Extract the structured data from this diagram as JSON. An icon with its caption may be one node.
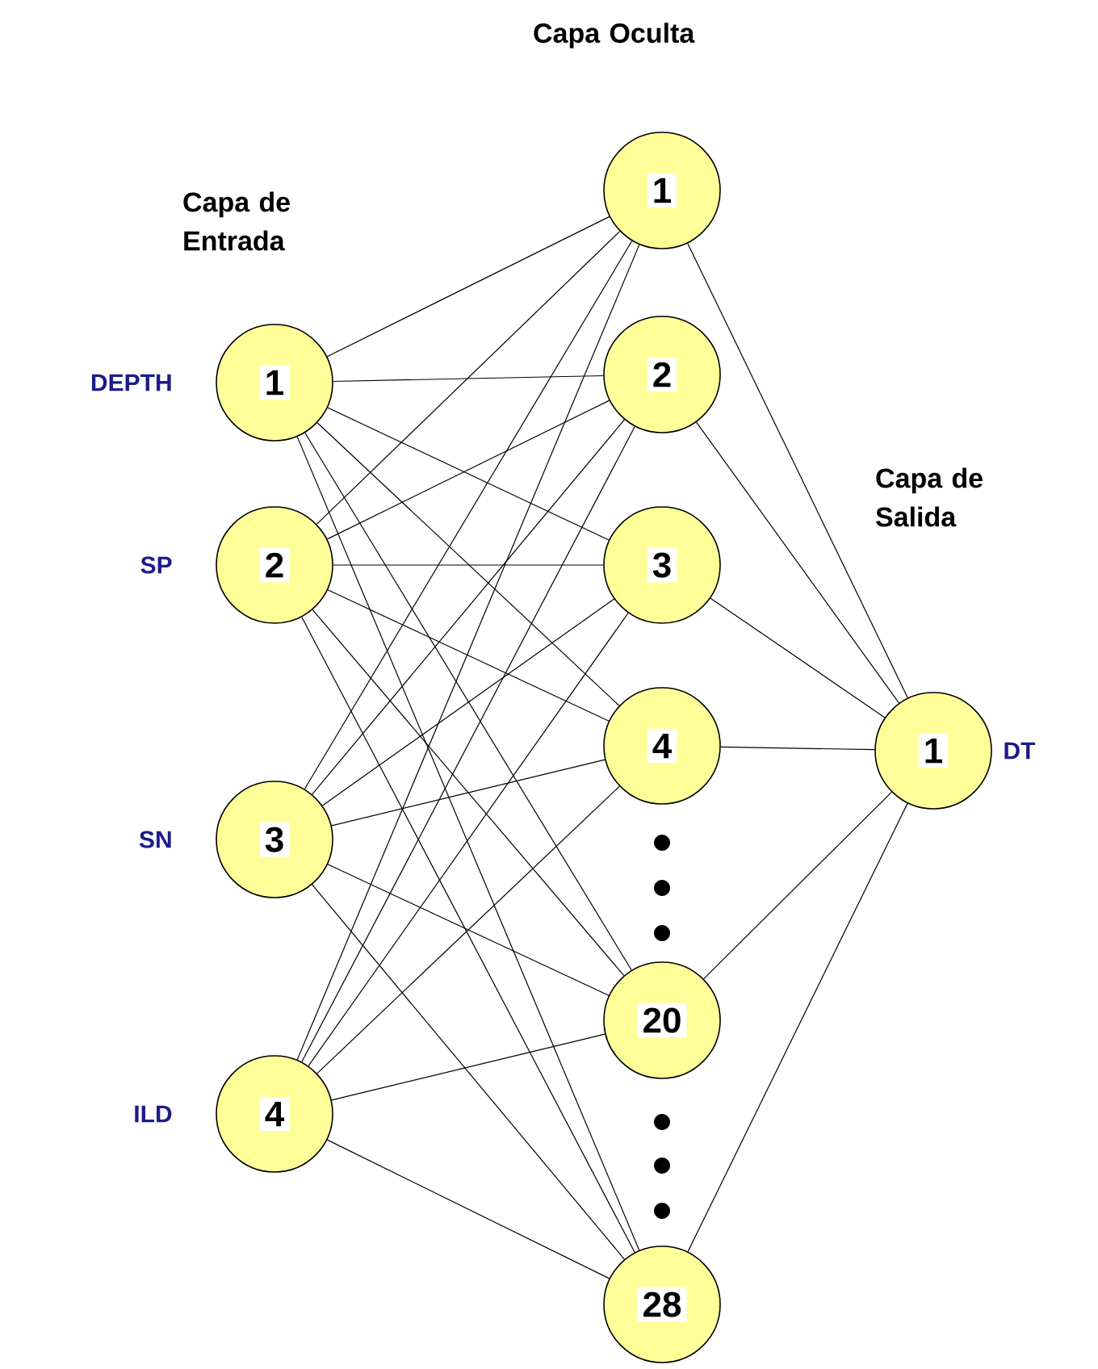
{
  "diagram": {
    "nodes": [
      {
        "text": [
          "1"
        ],
        "beside": [
          "DEPTH"
        ]
      },
      {
        "text": [
          "2"
        ],
        "beside": [
          "SP"
        ]
      },
      {
        "text": [
          "3"
        ],
        "beside": [
          "SN"
        ]
      },
      {
        "text": [
          "4"
        ],
        "beside": [
          "ILD"
        ]
      },
      {
        "text": [
          "1"
        ]
      },
      {
        "text": [
          "2"
        ]
      },
      {
        "text": [
          "3"
        ]
      },
      {
        "text": [
          "4"
        ]
      },
      {
        "text": [
          "20"
        ]
      },
      {
        "text": [
          "28"
        ]
      },
      {
        "text": [
          "1"
        ],
        "beside": [
          "DT"
        ]
      }
    ],
    "edges": [
      {
        "from": 0,
        "to": 4,
        "arrow": "none"
      },
      {
        "from": 0,
        "to": 5,
        "arrow": "none"
      },
      {
        "from": 0,
        "to": 6,
        "arrow": "none"
      },
      {
        "from": 0,
        "to": 7,
        "arrow": "none"
      },
      {
        "from": 0,
        "to": 8,
        "arrow": "none"
      },
      {
        "from": 0,
        "to": 9,
        "arrow": "none"
      },
      {
        "from": 1,
        "to": 4,
        "arrow": "none"
      },
      {
        "from": 1,
        "to": 5,
        "arrow": "none"
      },
      {
        "from": 1,
        "to": 6,
        "arrow": "none"
      },
      {
        "from": 1,
        "to": 7,
        "arrow": "none"
      },
      {
        "from": 1,
        "to": 8,
        "arrow": "none"
      },
      {
        "from": 1,
        "to": 9,
        "arrow": "none"
      },
      {
        "from": 2,
        "to": 4,
        "arrow": "none"
      },
      {
        "from": 2,
        "to": 5,
        "arrow": "none"
      },
      {
        "from": 2,
        "to": 6,
        "arrow": "none"
      },
      {
        "from": 2,
        "to": 7,
        "arrow": "none"
      },
      {
        "from": 2,
        "to": 8,
        "arrow": "none"
      },
      {
        "from": 2,
        "to": 9,
        "arrow": "none"
      },
      {
        "from": 3,
        "to": 4,
        "arrow": "none"
      },
      {
        "from": 3,
        "to": 5,
        "arrow": "none"
      },
      {
        "from": 3,
        "to": 6,
        "arrow": "none"
      },
      {
        "from": 3,
        "to": 7,
        "arrow": "none"
      },
      {
        "from": 3,
        "to": 8,
        "arrow": "none"
      },
      {
        "from": 3,
        "to": 9,
        "arrow": "none"
      },
      {
        "from": 4,
        "to": 10,
        "arrow": "none"
      },
      {
        "from": 5,
        "to": 10,
        "arrow": "none"
      },
      {
        "from": 6,
        "to": 10,
        "arrow": "none"
      },
      {
        "from": 7,
        "to": 10,
        "arrow": "none"
      },
      {
        "from": 8,
        "to": 10,
        "arrow": "none"
      },
      {
        "from": 9,
        "to": 10,
        "arrow": "none"
      }
    ],
    "labels": [
      "Capa Oculta",
      "Capa de Entrada",
      "Capa de Salida"
    ]
  }
}
